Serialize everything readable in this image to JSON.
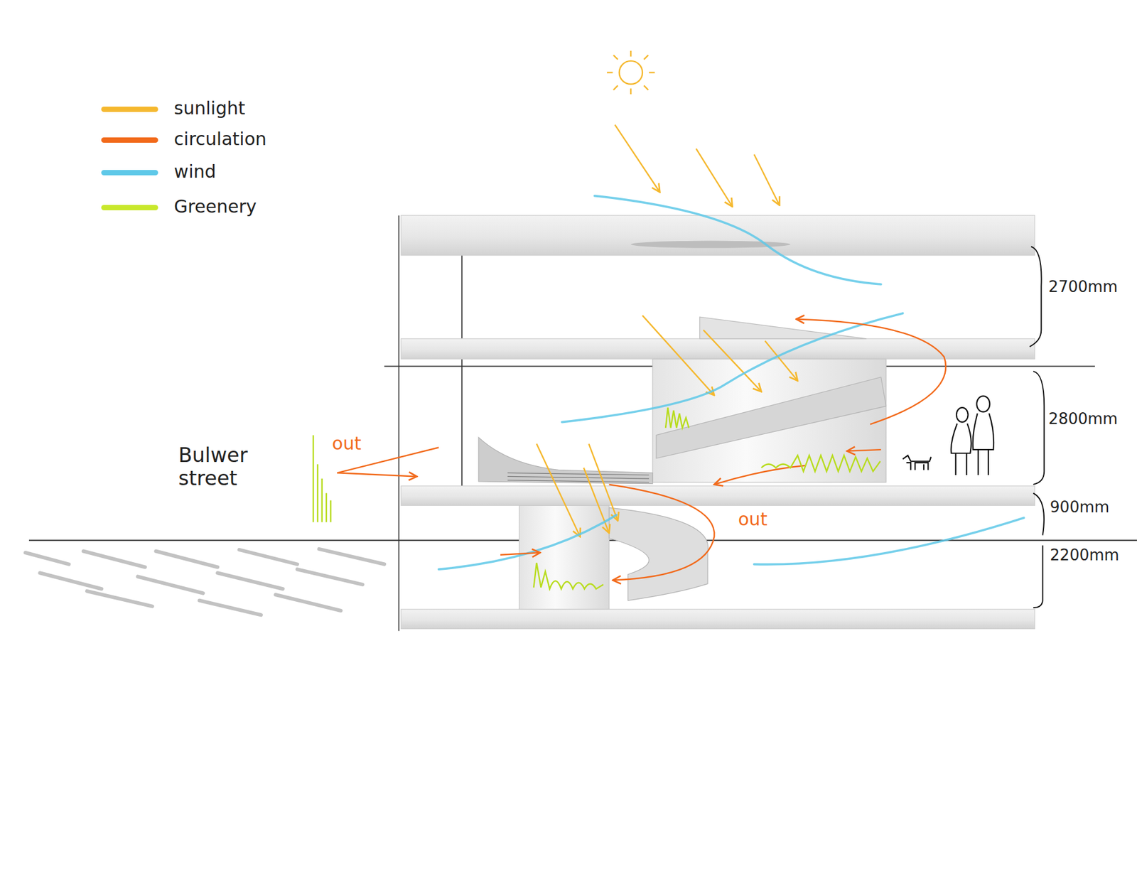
{
  "diagram": {
    "labels": [
      "2700mm",
      "2800mm",
      "900mm",
      "2200mm",
      "Bulwer street",
      "out",
      "out"
    ],
    "legend": [
      {
        "text": "sunlight",
        "color": "#f5b82e"
      },
      {
        "text": "circulation",
        "color": "#f26a1b"
      },
      {
        "text": "wind",
        "color": "#5ec8e8"
      },
      {
        "text": "Greenery",
        "color": "#c8e82a"
      }
    ]
  }
}
